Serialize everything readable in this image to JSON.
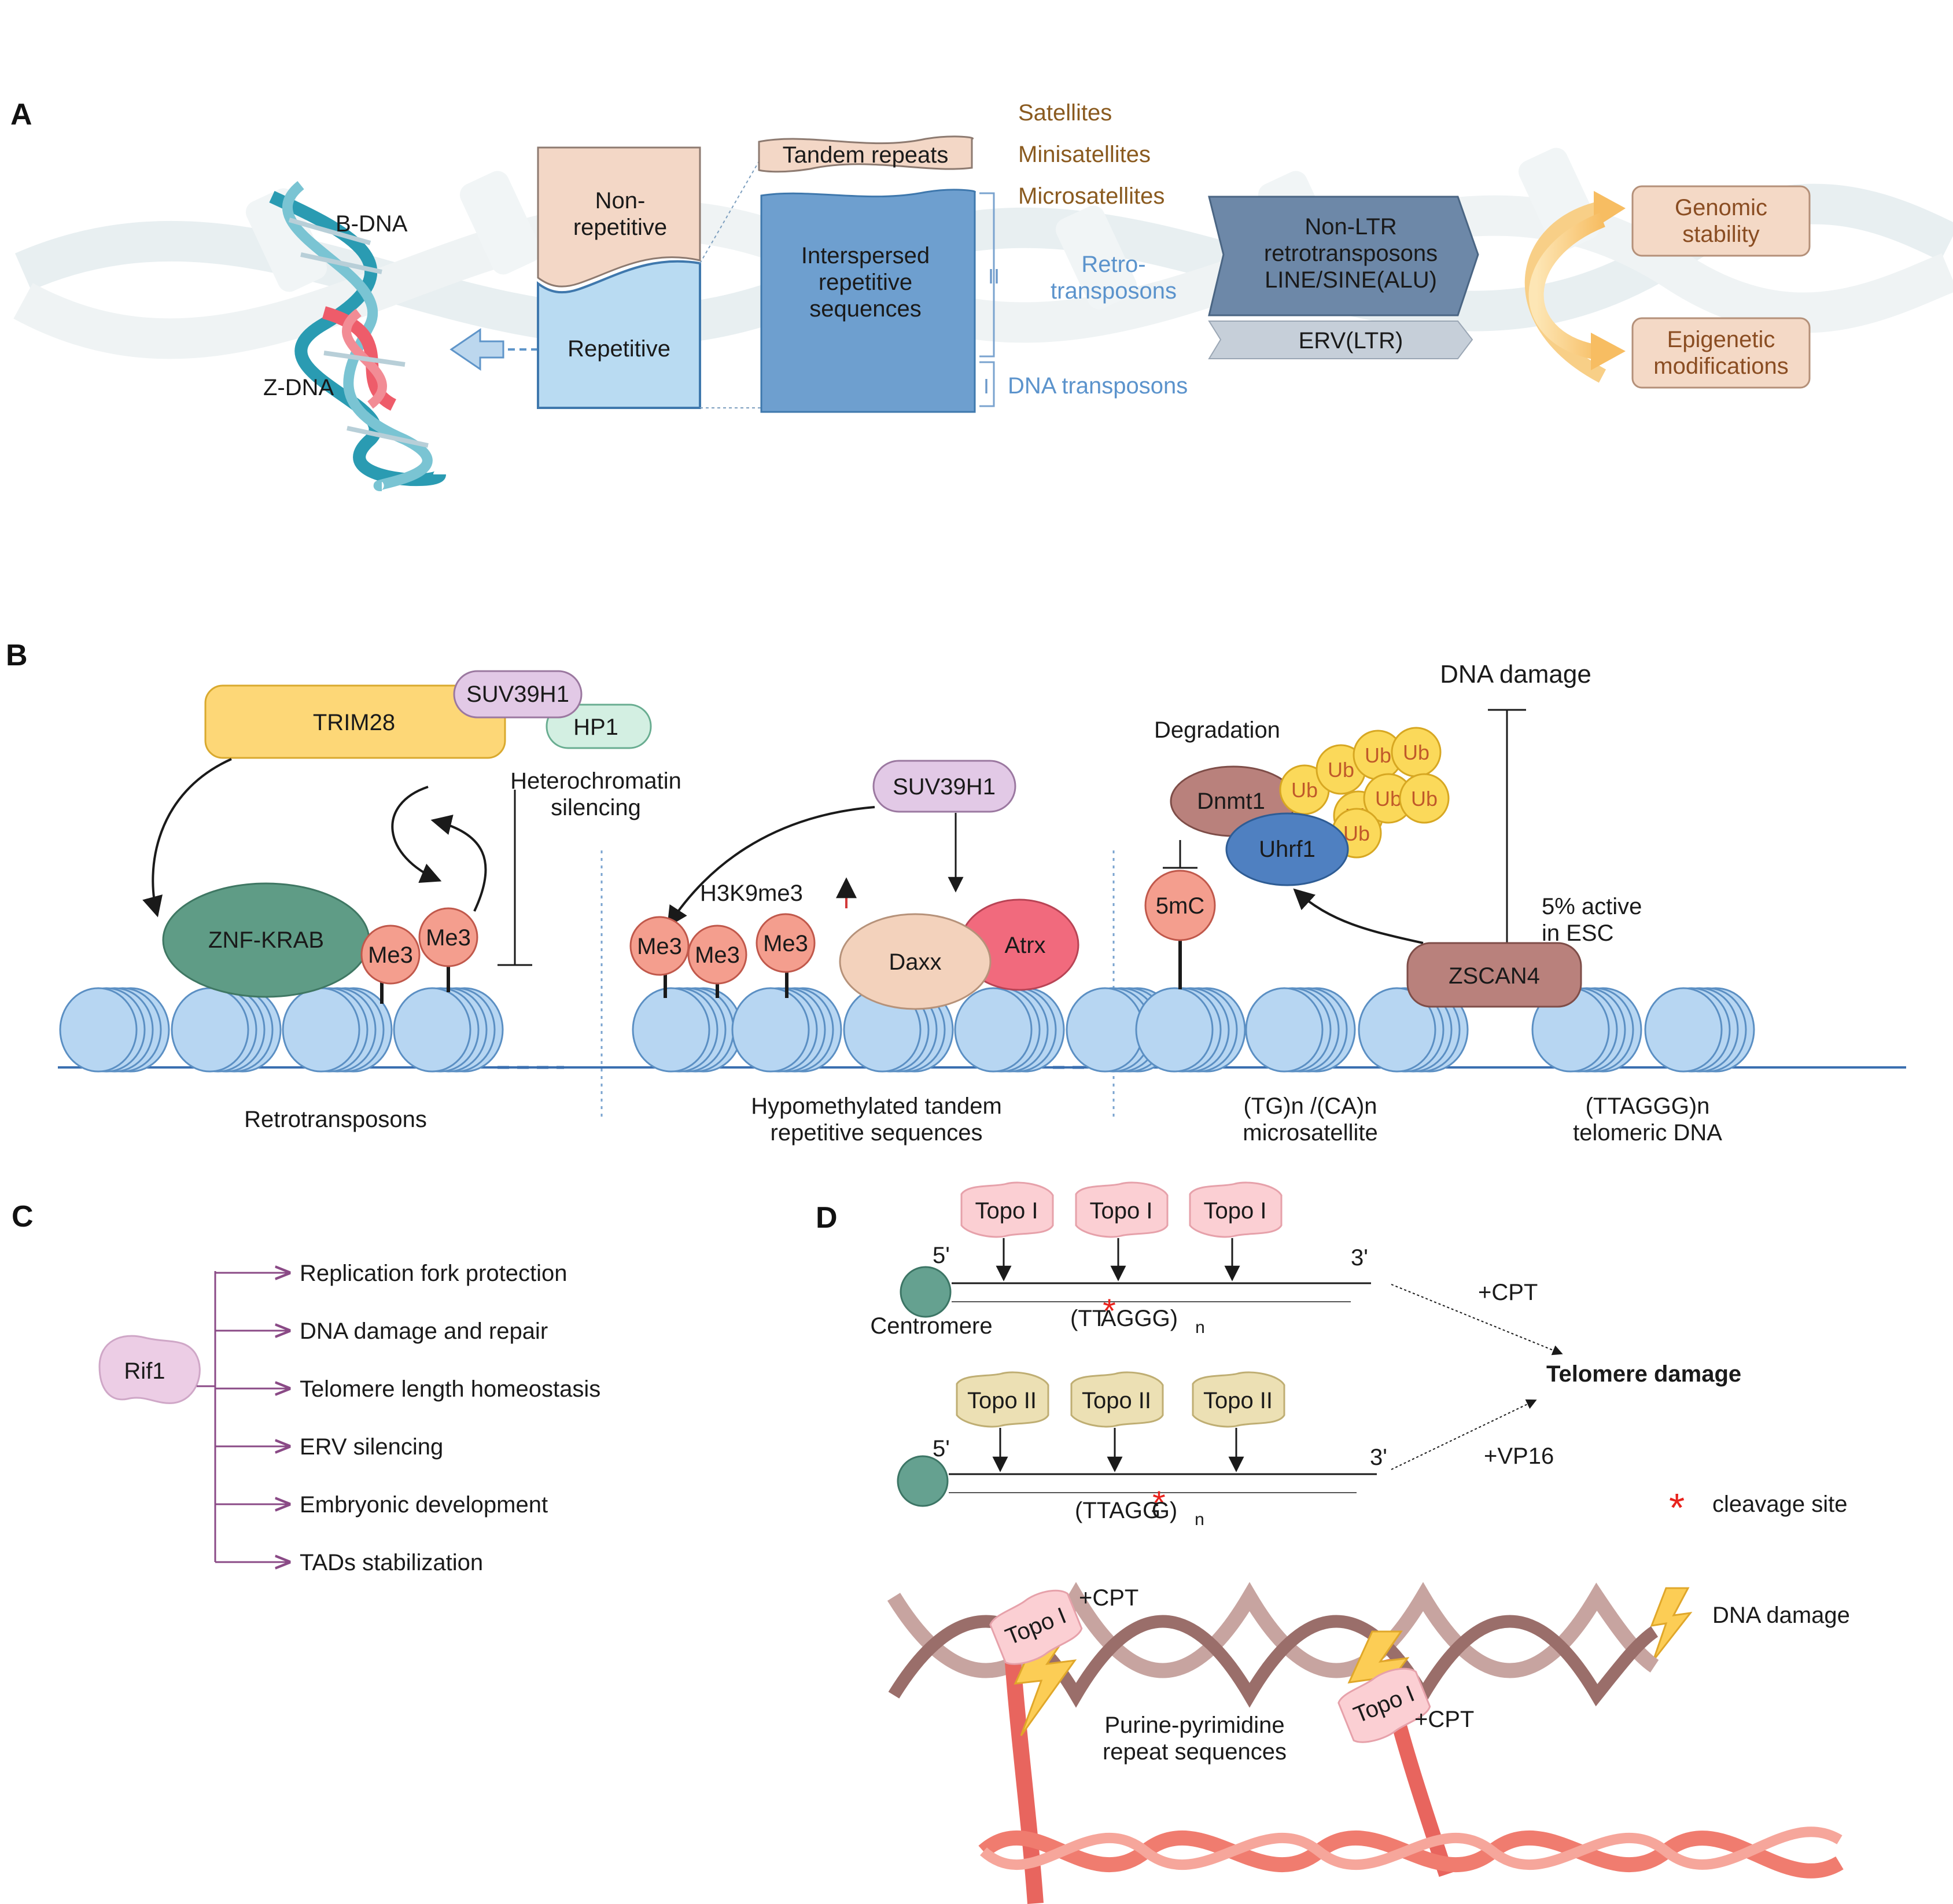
{
  "panels": {
    "a": "A",
    "b": "B",
    "c": "C",
    "d": "D"
  },
  "colors": {
    "nucleosome": "#b7d6f2",
    "me3": "#f49e8e",
    "trim28": "#fdd777",
    "suv39h1": "#e2c9e6",
    "hp1": "#d3efe2",
    "znf_krab": "#5f9c86",
    "daxx": "#f3d2bc",
    "atrx": "#f16a7d",
    "dnmt1": "#b9817c",
    "uhrf1": "#4f80c1",
    "ub": "#fbd95a",
    "zscan4": "#b9817c",
    "topo1": "#fbcfd3",
    "topo2": "#ece0b4",
    "centromere": "#65a190",
    "damage_bolt": "#fccd55",
    "cleavage": "#e8231d"
  },
  "panel_a": {
    "dna_labels": {
      "b_dna": "B-DNA",
      "z_dna": "Z-DNA"
    },
    "genome_blocks": {
      "non_repetitive": "Non-\nrepetitive",
      "repetitive": "Repetitive"
    },
    "tandem_repeats": "Tandem repeats",
    "interspersed": "Interspersed\nrepetitive\nsequences",
    "tandem_types": [
      "Satellites",
      "Minisatellites",
      "Microsatellites"
    ],
    "class_marks": {
      "class2": "II",
      "class1": "I"
    },
    "retrotransposons": "Retro-\ntransposons",
    "dna_transposons": "DNA transposons",
    "non_ltr": "Non-LTR\nretrotransposons\nLINE/SINE(ALU)",
    "erv": "ERV(LTR)",
    "outcomes": [
      "Genomic\nstability",
      "Epigenetic\nmodifications"
    ]
  },
  "panel_b": {
    "trim28": "TRIM28",
    "suv39h1_left": "SUV39H1",
    "hp1": "HP1",
    "heterochromatin": "Heterochromatin\nsilencing",
    "znf_krab": "ZNF-KRAB",
    "me3": "Me3",
    "suv39h1_mid": "SUV39H1",
    "h3k9me3": "H3K9me3",
    "daxx": "Daxx",
    "atrx": "Atrx",
    "dna_damage": "DNA damage",
    "degradation": "Degradation",
    "dnmt1": "Dnmt1",
    "uhrf1": "Uhrf1",
    "ub": "Ub",
    "five_mc": "5mC",
    "zscan4": "ZSCAN4",
    "active_esc": "5% active\nin ESC",
    "captions": [
      "Retrotransposons",
      "Hypomethylated tandem\nrepetitive sequences",
      "(TG)n /(CA)n\nmicrosatellite",
      "(TTAGGG)n\ntelomeric DNA"
    ]
  },
  "panel_c": {
    "rif1": "Rif1",
    "functions": [
      "Replication fork protection",
      "DNA damage and repair",
      "Telomere length homeostasis",
      "ERV silencing",
      "Embryonic development",
      "TADs stabilization"
    ]
  },
  "panel_d": {
    "topo1": "Topo I",
    "topo2": "Topo II",
    "five_prime": "5'",
    "three_prime": "3'",
    "centromere": "Centromere",
    "seq1": {
      "pre": "(TT",
      "post": "AGGG)",
      "sub": "n"
    },
    "seq2": {
      "pre": "(TTAGG",
      "post": "G)",
      "sub": "n"
    },
    "cpt": "+CPT",
    "vp16": "+VP16",
    "telomere_damage": "Telomere damage",
    "cleavage_mark": "*",
    "cleavage_site": "cleavage site",
    "dna_damage": "DNA damage",
    "purine": "Purine-pyrimidine\nrepeat sequences"
  }
}
